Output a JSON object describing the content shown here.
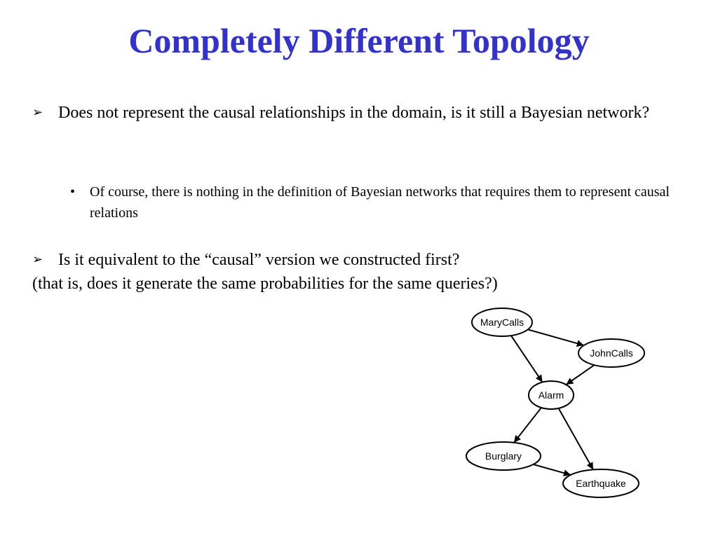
{
  "slide": {
    "title": "Completely Different Topology",
    "bullets": [
      {
        "level": 1,
        "marker": "arrow-bullet-icon",
        "text": "Does not represent the causal relationships in the domain, is it still a Bayesian network?"
      },
      {
        "level": 2,
        "marker": "•",
        "text": "Of course, there is nothing in the definition of Bayesian networks that requires them to represent causal relations"
      },
      {
        "level": 1,
        "marker": "arrow-bullet-icon",
        "text": "Is it equivalent to the “causal” version we constructed first?"
      }
    ],
    "continuation": "(that is, does it generate the same probabilities for the same queries?)"
  },
  "diagram": {
    "nodes": [
      {
        "id": "marycalls",
        "label": "MaryCalls"
      },
      {
        "id": "johncalls",
        "label": "JohnCalls"
      },
      {
        "id": "alarm",
        "label": "Alarm"
      },
      {
        "id": "burglary",
        "label": "Burglary"
      },
      {
        "id": "earthquake",
        "label": "Earthquake"
      }
    ],
    "edges": [
      {
        "from": "marycalls",
        "to": "johncalls"
      },
      {
        "from": "marycalls",
        "to": "alarm"
      },
      {
        "from": "johncalls",
        "to": "alarm"
      },
      {
        "from": "alarm",
        "to": "burglary"
      },
      {
        "from": "alarm",
        "to": "earthquake"
      },
      {
        "from": "burglary",
        "to": "earthquake"
      }
    ]
  }
}
